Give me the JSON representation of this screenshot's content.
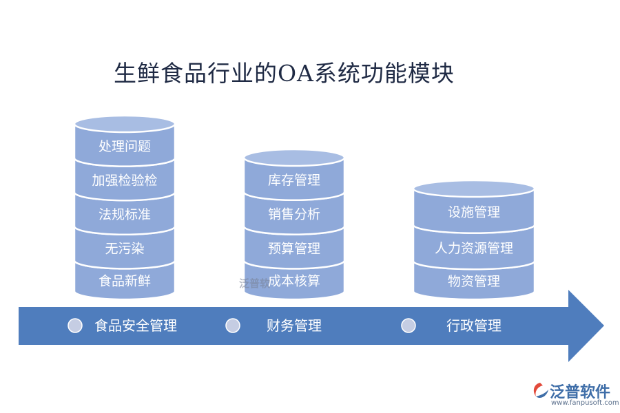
{
  "title": "生鲜食品行业的OA系统功能模块",
  "colors": {
    "arrow": "#4f7dbd",
    "cylinder_body": "#8fa9d9",
    "cylinder_top": "#a8bde3",
    "cylinder_border": "#ffffff",
    "dot": "#c5cde3"
  },
  "categories": [
    {
      "label": "食品安全管理",
      "items": [
        "处理问题",
        "加强检验检",
        "法规标准",
        "无污染",
        "食品新鲜"
      ]
    },
    {
      "label": "财务管理",
      "items": [
        "库存管理",
        "销售分析",
        "预算管理",
        "成本核算"
      ]
    },
    {
      "label": "行政管理",
      "items": [
        "设施管理",
        "人力资源管理",
        "物资管理"
      ]
    }
  ],
  "logo": {
    "name": "泛普软件",
    "url": "www.fanpusoft.com"
  },
  "watermark": "泛普软"
}
